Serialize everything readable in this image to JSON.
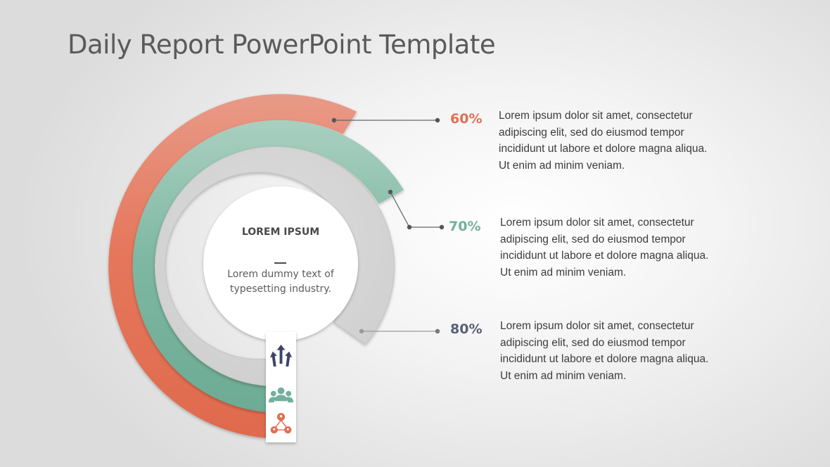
{
  "title": "Daily Report PowerPoint Template",
  "center": {
    "heading": "LOREM IPSUM",
    "text": "Lorem dummy text of typesetting industry."
  },
  "items": [
    {
      "percent": "60%",
      "color": "#e26f52",
      "description": "Lorem ipsum dolor sit amet, consectetur adipiscing elit, sed do eiusmod tempor incididunt ut labore et dolore magna aliqua. Ut enim ad minim veniam."
    },
    {
      "percent": "70%",
      "color": "#72b09a",
      "description": "Lorem ipsum dolor sit amet, consectetur adipiscing elit, sed do eiusmod tempor incididunt ut labore et dolore magna aliqua. Ut enim ad minim veniam."
    },
    {
      "percent": "80%",
      "color": "#5a5f78",
      "description": "Lorem ipsum dolor sit amet, consectetur adipiscing elit, sed do eiusmod tempor incididunt ut labore et dolore magna aliqua. Ut enim ad minim veniam."
    }
  ],
  "icons": [
    "arrows-split-icon",
    "team-icon",
    "network-icon"
  ],
  "colors": {
    "orange_ring": "#e46f52",
    "green_ring": "#7ab69f",
    "gray_ring": "#d8d8d8",
    "icon_navy": "#3d4466"
  }
}
